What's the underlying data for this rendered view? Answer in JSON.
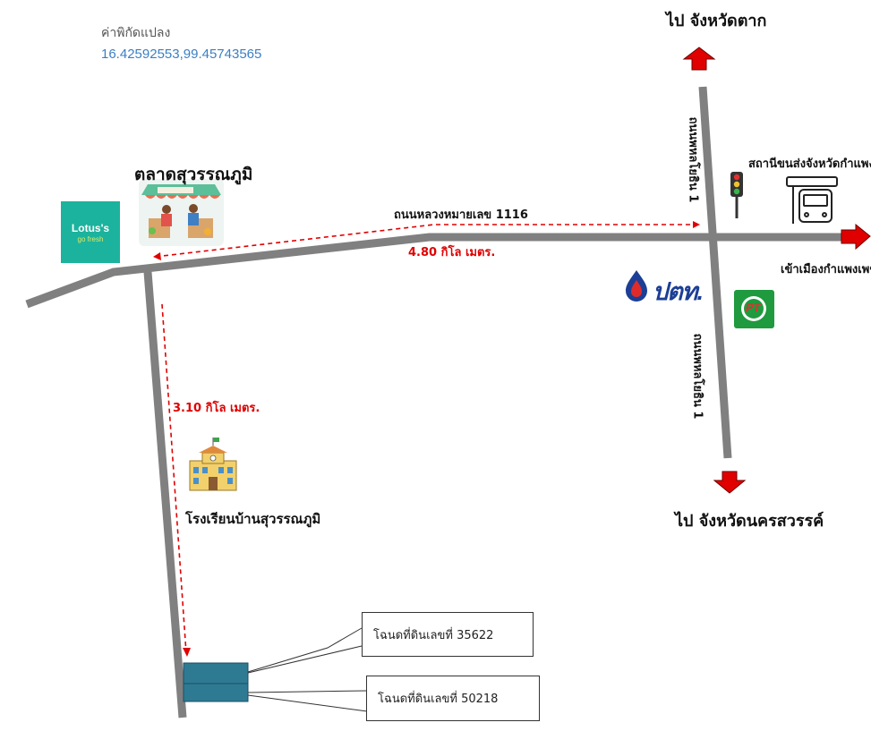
{
  "header": {
    "coord_label": "ค่าพิกัดแปลง",
    "coord_value": "16.42592553,99.45743565"
  },
  "places": {
    "tak": "ไป จังหวัดตาก",
    "market": "ตลาดสุวรรณภูมิ",
    "road_1116": "ถนนหลวงหมายเลข 1116",
    "bus_station": "สถานีขนส่งจังหวัดกำแพงเพชร",
    "city": "เข้าเมืองกำแพงเพชร",
    "school": "โรงเรียนบ้านสุวรรณภูมิ",
    "nakhon_sawan": "ไป จังหวัดนครสวรรค์",
    "vertical_road_top": "ถนนพหลโยธิน 1",
    "vertical_road_bottom": "ถนนพหลโยธิน 1"
  },
  "distances": {
    "horizontal": "4.80 กิโล เมตร.",
    "vertical": "3.10 กิโล เมตร."
  },
  "deeds": [
    "โฉนดที่ดินเลขที่ 35622",
    "โฉนดที่ดินเลขที่ 50218"
  ],
  "logos": {
    "lotus_main": "Lotus's",
    "lotus_sub": "go fresh",
    "ptt": "ปตท.",
    "pt": "PT"
  },
  "icons": {
    "market": "market-stall-icon",
    "school": "school-building-icon",
    "traffic_light": "traffic-light-icon",
    "bus_station": "bus-station-icon",
    "arrows": "direction-arrow-icon"
  },
  "colors": {
    "road": "#808080",
    "arrow_red": "#e00000",
    "distance_red": "#e00000",
    "coord_blue": "#3b7fc4",
    "lotus_bg": "#1bb39d",
    "ptt_blue": "#1c3f95",
    "pt_green": "#1f9a3e",
    "plot_fill": "#2e7a93"
  }
}
